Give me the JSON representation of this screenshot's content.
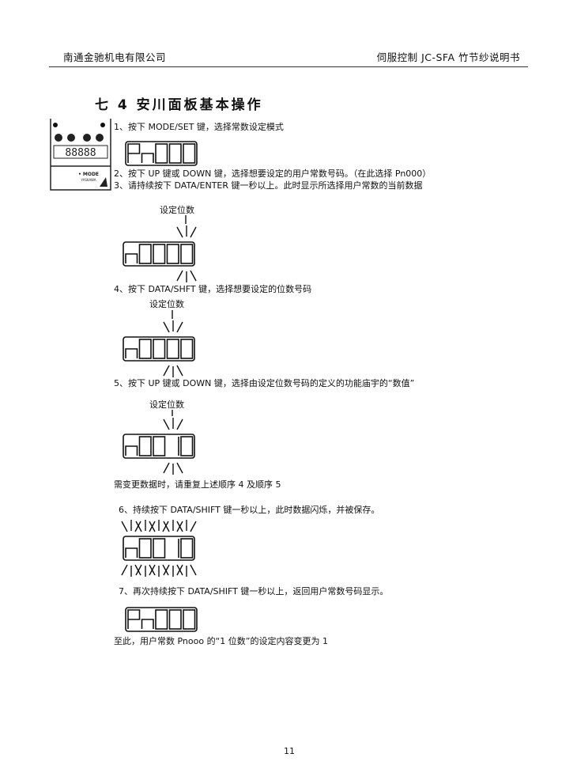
{
  "header": {
    "company": "南通金驰机电有限公司",
    "manual": "伺服控制 JC-SFA 竹节纱说明书"
  },
  "section_title": "七 4 安川面板基本操作",
  "steps": {
    "s1": "1、按下 MODE/SET 键，选择常数设定模式",
    "s2": "2、按下 UP 键或 DOWN 键，选择想要设定的用户常数号码。（在此选择 Pn000）",
    "s3": "3、请持续按下 DATA/ENTER 键一秒以上。此时显示所选择用户常数的当前数据",
    "s4": "4、按下 DATA/SHFT 键，选择想要设定的位数号码",
    "s5": "5、按下 UP 键或 DOWN 键，选择由设定位数号码的定义的功能庙宇的“数值”",
    "note": "需变更数据时，请重复上述顺序 4 及顺序 5",
    "s6": "6、持续按下 DATA/SHIFT 键一秒以上，此时数据闪烁，并被保存。",
    "s7": "7、再次持续按下 DATA/SHIFT 键一秒以上，返回用户常数号码显示。",
    "final": "至此，用户常数 Pnooo 的“1 位数”的设定内容变更为 1"
  },
  "digit_label": "设定位数",
  "displays": [
    {
      "chars": "Pn000",
      "blink": []
    },
    {
      "chars": "n0000",
      "blink": [
        4
      ]
    },
    {
      "chars": "n0000",
      "blink": [
        3
      ]
    },
    {
      "chars": "n0010",
      "blink": [
        3
      ]
    },
    {
      "chars": "n0010",
      "blink": [
        0,
        1,
        2,
        3,
        4
      ]
    },
    {
      "chars": "Pn000",
      "blink": []
    }
  ],
  "panel": {
    "readout": "88888",
    "brand": "YASKAWA"
  },
  "page_number": "11"
}
